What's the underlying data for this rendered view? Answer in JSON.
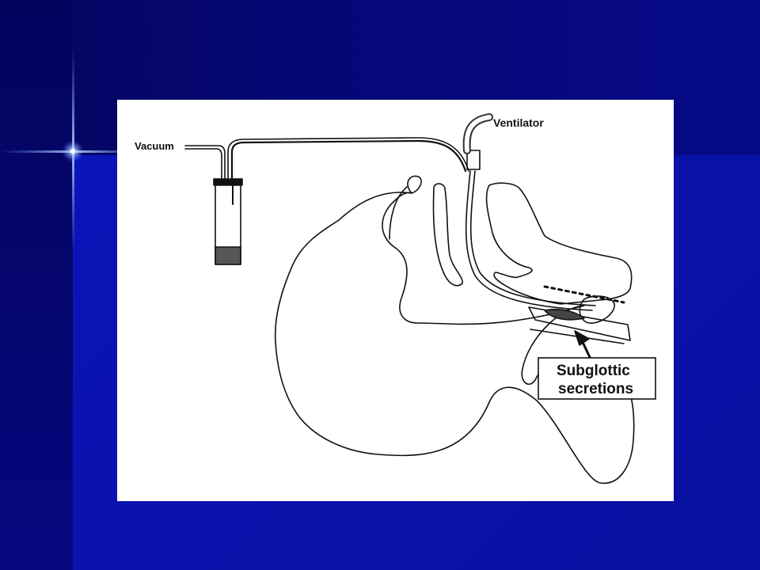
{
  "diagram": {
    "labels": {
      "vacuum": "Vacuum",
      "ventilator": "Ventilator",
      "callout_line1": "Subglottic",
      "callout_line2": "secretions"
    }
  },
  "colors": {
    "slide_background": "#0a12a8",
    "dark_band": "#03045e",
    "figure_background": "#ffffff",
    "line_art": "#111111"
  }
}
